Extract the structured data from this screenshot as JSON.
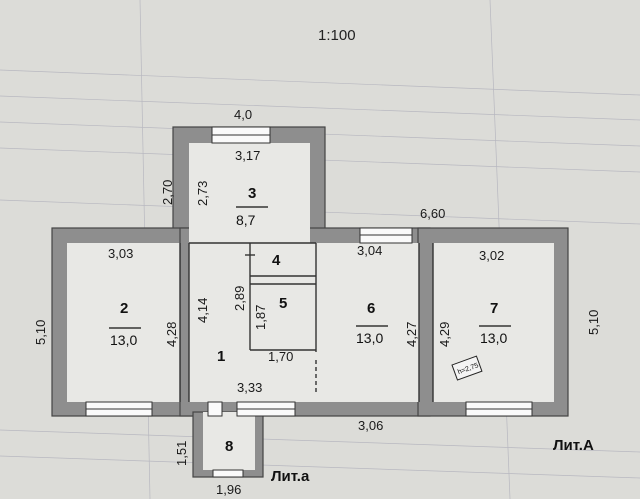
{
  "scale": "1:100",
  "rooms": [
    {
      "num": "1",
      "area": ""
    },
    {
      "num": "2",
      "area": "13,0"
    },
    {
      "num": "3",
      "area": "8,7"
    },
    {
      "num": "4",
      "area": ""
    },
    {
      "num": "5",
      "area": ""
    },
    {
      "num": "6",
      "area": "13,0"
    },
    {
      "num": "7",
      "area": "13,0"
    },
    {
      "num": "8",
      "area": ""
    }
  ],
  "dims": {
    "top_outer": "4,0",
    "r3_width": "3,17",
    "r3_left_outer": "2,70",
    "r3_height": "2,73",
    "right_block_top": "6,60",
    "r2_width": "3,03",
    "r6_width": "3,04",
    "r7_width": "3,02",
    "left_outer": "5,10",
    "right_outer": "5,10",
    "r2_height": "4,28",
    "r1_height": "4,14",
    "r4_height": "2,89",
    "r5_height": "1,87",
    "r5_width": "1,70",
    "r6_height": "4,27",
    "r7_height": "4,29",
    "r1_width": "3,33",
    "bottom_mid": "3,06",
    "r8_height": "1,51",
    "r8_width": "1,96"
  },
  "labels": {
    "lit_main": "Лит.А",
    "lit_porch": "Лит.а",
    "stamp": "h=2,75"
  }
}
